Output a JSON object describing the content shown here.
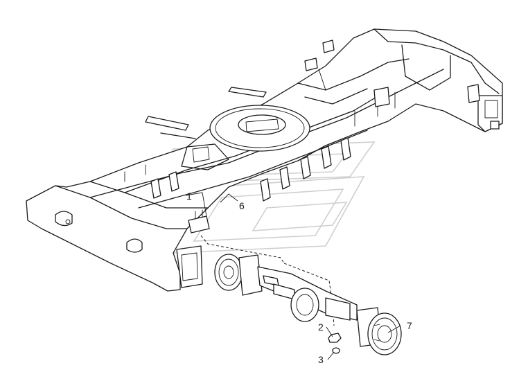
{
  "diagram": {
    "callouts": [
      {
        "id": "c1",
        "text": "1"
      },
      {
        "id": "c2",
        "text": "2"
      },
      {
        "id": "c3",
        "text": "3"
      },
      {
        "id": "c6",
        "text": "6"
      },
      {
        "id": "c7",
        "text": "7"
      }
    ]
  }
}
